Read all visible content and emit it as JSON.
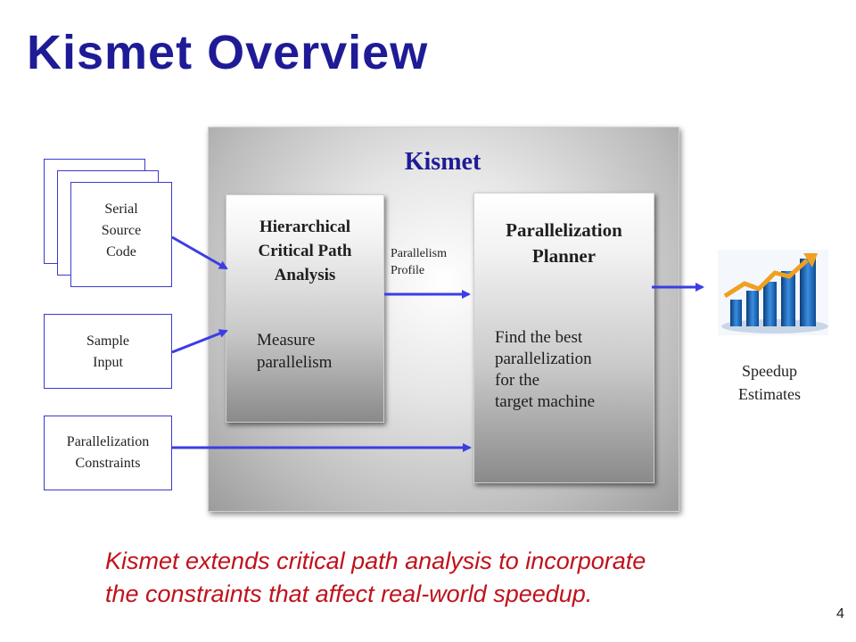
{
  "title": "Kismet Overview",
  "kismet_label": "Kismet",
  "inputs": {
    "serial_source": [
      "Serial",
      "Source",
      "Code"
    ],
    "sample_input": [
      "Sample",
      "Input"
    ],
    "constraints": [
      "Parallelization",
      "Constraints"
    ]
  },
  "hcpa": {
    "title": [
      "Hierarchical",
      "Critical Path",
      "Analysis"
    ],
    "body": [
      "Measure",
      "parallelism"
    ]
  },
  "profile_label": [
    "Parallelism",
    "Profile"
  ],
  "planner": {
    "title": [
      "Parallelization",
      "Planner"
    ],
    "body": [
      "Find the best",
      "parallelization",
      "for the",
      "target machine"
    ]
  },
  "output": [
    "Speedup",
    "Estimates"
  ],
  "caption": [
    "Kismet extends critical path analysis to incorporate",
    "the constraints that affect real-world speedup."
  ],
  "page_number": "4",
  "colors": {
    "title": "#1f1b96",
    "arrow": "#3c3ce6",
    "caption": "#c0121c"
  }
}
